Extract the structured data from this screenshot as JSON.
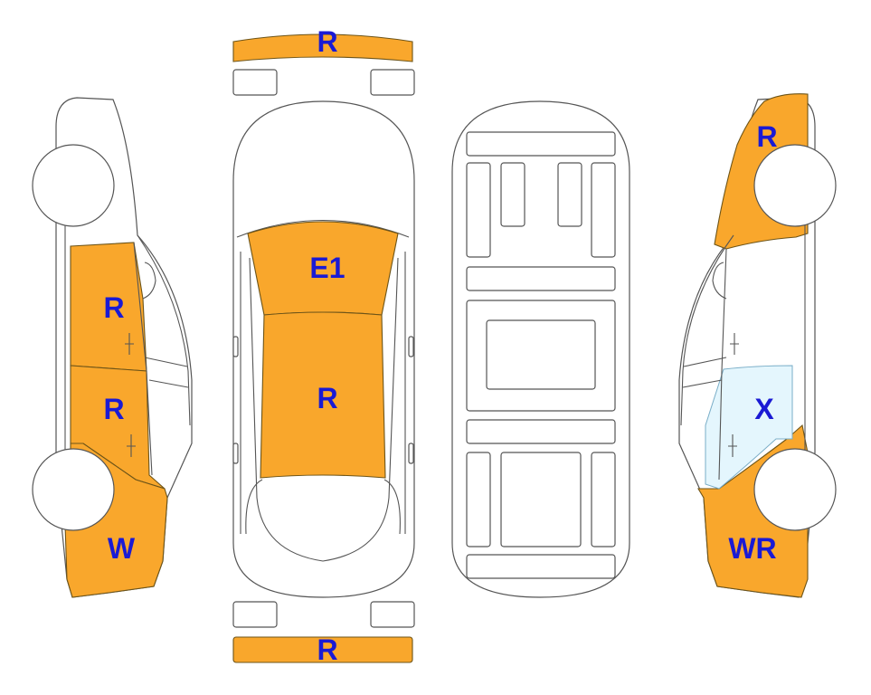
{
  "colors": {
    "damage_orange": "#f9a72c",
    "glass_blue": "#e4f6fd",
    "label_blue": "#1a1ad4",
    "outline": "#555555"
  },
  "labels": {
    "front_bumper": "R",
    "hood": "E1",
    "roof": "R",
    "rear_bumper": "R",
    "left_front_door": "R",
    "left_rear_door": "R",
    "left_rear_quarter": "W",
    "right_front_fender": "R",
    "right_rear_glass": "X",
    "right_rear_quarter": "WR"
  }
}
